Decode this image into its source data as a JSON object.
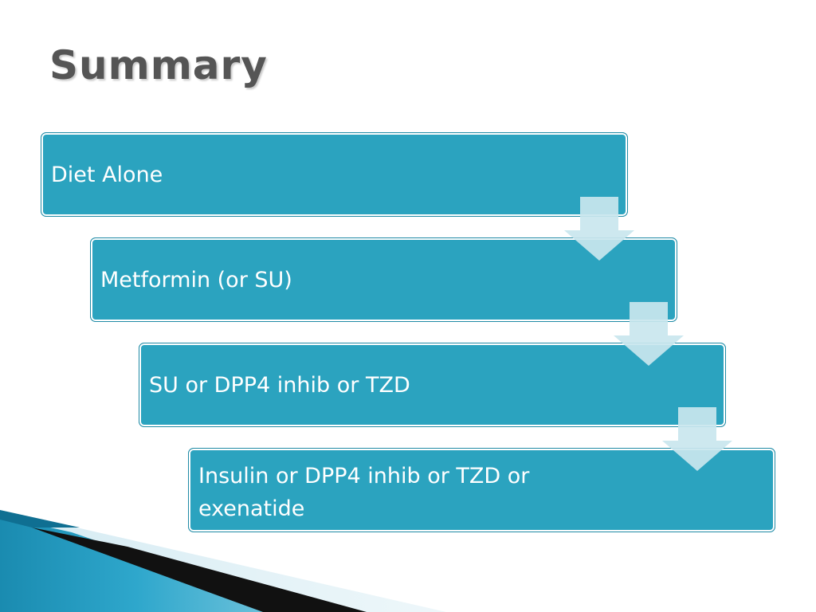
{
  "slide": {
    "title": "Summary"
  },
  "steps": [
    {
      "label": "Diet Alone"
    },
    {
      "label": "Metformin (or SU)"
    },
    {
      "label": "SU or DPP4 inhib or TZD"
    },
    {
      "label": "Insulin or DPP4 inhib or TZD or exenatide"
    }
  ],
  "colors": {
    "box_fill": "#2ba3bf",
    "arrow_fill": "#c9e6ee",
    "title_text": "#555555"
  },
  "icons": {
    "step_connector": "down-arrow-icon",
    "decoration": "swoosh-decoration"
  }
}
